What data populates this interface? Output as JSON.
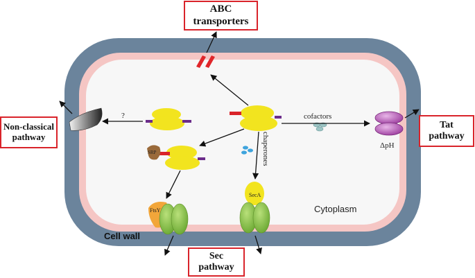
{
  "labels": {
    "abc": [
      "ABC",
      "transporters"
    ],
    "nonclassical": [
      "Non-classical",
      "pathway"
    ],
    "tat": [
      "Tat",
      "pathway"
    ],
    "sec": [
      "Sec",
      "pathway"
    ],
    "cell_wall": "Cell wall",
    "cytoplasm": "Cytoplasm",
    "cofactors": "cofactors",
    "chaperones": "chaperones",
    "question": "?",
    "delta_ph": "ΔpH",
    "srp": "SRP",
    "ftsy": "FtsY",
    "seca": "SecA"
  },
  "colors": {
    "cell_wall": "#6b849c",
    "membrane": "#f5c6c4",
    "cytoplasm": "#f7f7f7",
    "box_border": "#d9232a",
    "ribosome": "#f2e41f",
    "signal_peptide": "#d9232a",
    "protein_chain": "#6b2c8a",
    "sec_channel": "#8dc63f",
    "tat_channel": "#b05ab0",
    "abc_transporter": "#e0262a"
  }
}
